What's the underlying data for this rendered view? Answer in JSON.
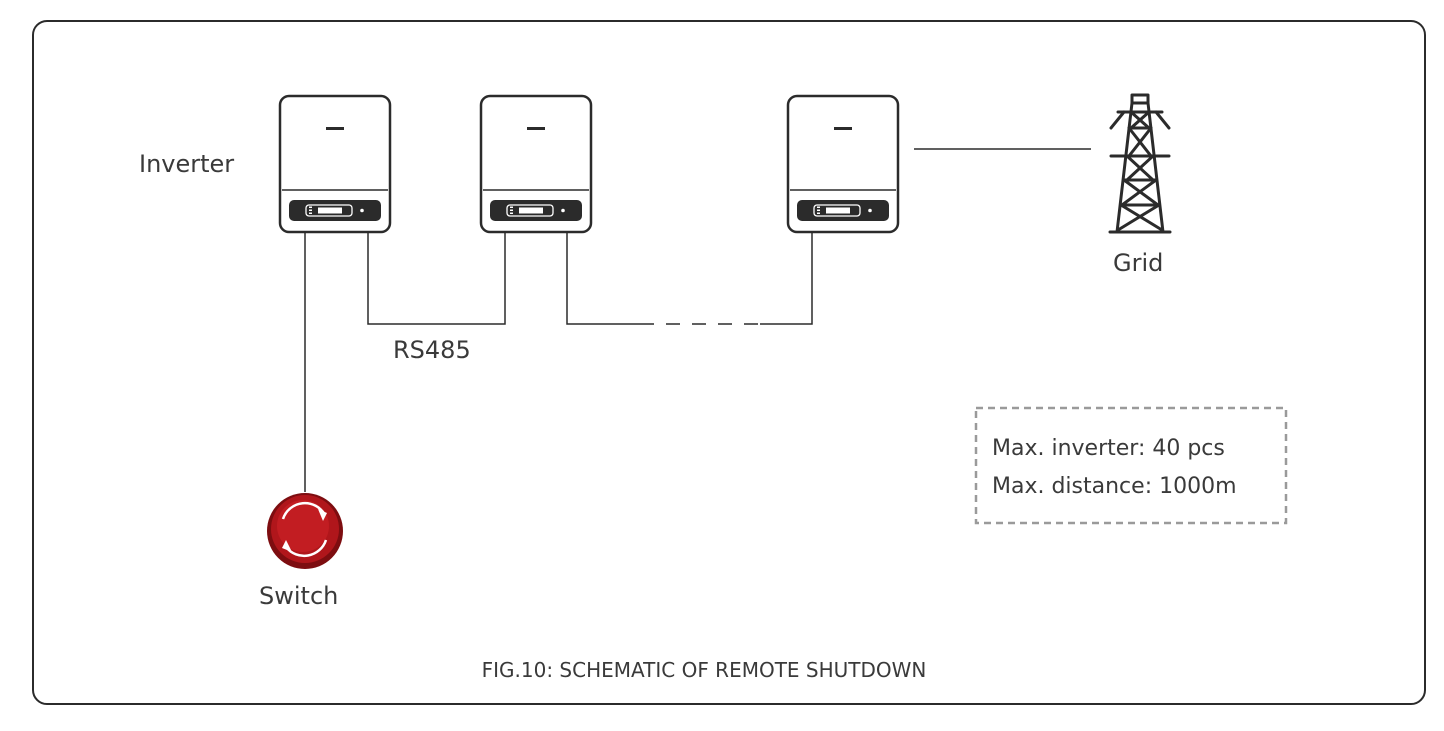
{
  "labels": {
    "inverter": "Inverter",
    "rs485": "RS485",
    "grid": "Grid",
    "switch": "Switch",
    "max_inverter": "Max. inverter: 40 pcs",
    "max_distance": "Max. distance: 1000m",
    "caption": "FIG.10: SCHEMATIC OF REMOTE SHUTDOWN"
  },
  "icons": {
    "inverter": "inverter-icon",
    "grid": "transmission-tower-icon",
    "switch": "emergency-stop-switch-icon"
  },
  "colors": {
    "stroke": "#2b2b2b",
    "switch_red": "#b0161b",
    "switch_dark": "#7d0d10",
    "dashed_box": "#9a9a9a",
    "text": "#3a3a3a"
  }
}
